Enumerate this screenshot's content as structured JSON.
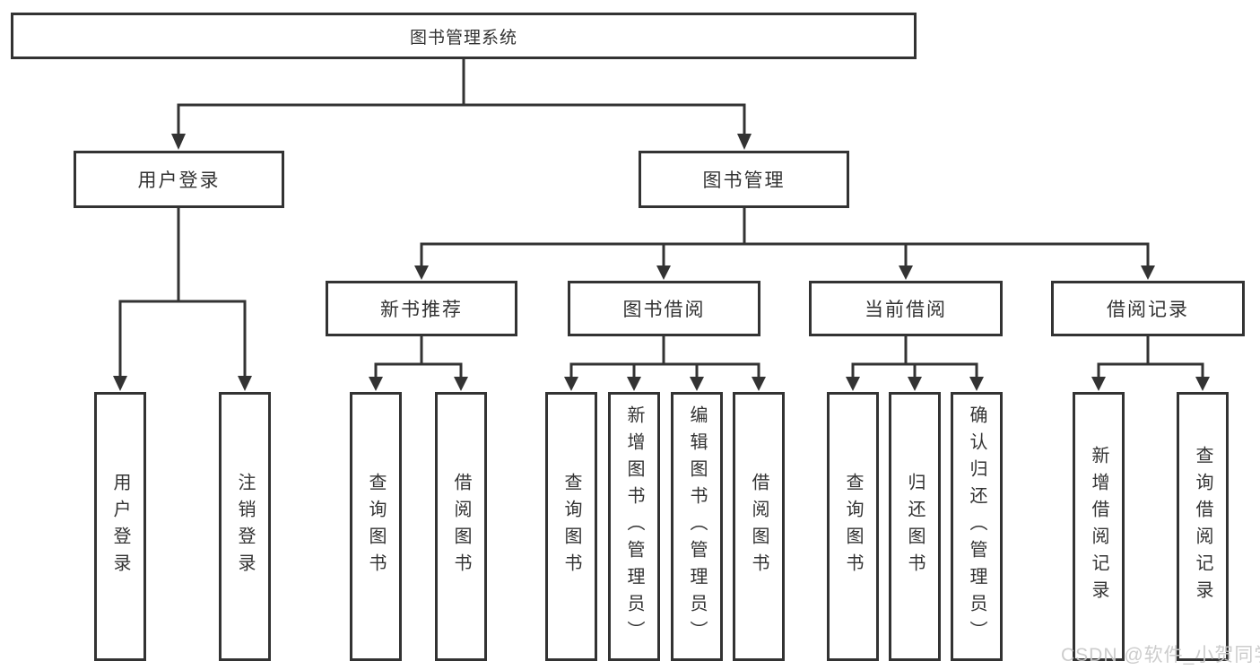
{
  "tree": {
    "label": "图书管理系统",
    "children": [
      {
        "label": "用户登录",
        "children": [
          {
            "label": "用户登录"
          },
          {
            "label": "注销登录"
          }
        ]
      },
      {
        "label": "图书管理",
        "children": [
          {
            "label": "新书推荐",
            "children": [
              {
                "label": "查询图书"
              },
              {
                "label": "借阅图书"
              }
            ]
          },
          {
            "label": "图书借阅",
            "children": [
              {
                "label": "查询图书"
              },
              {
                "label": "新增图书（管理员）"
              },
              {
                "label": "编辑图书（管理员）"
              },
              {
                "label": "借阅图书"
              }
            ]
          },
          {
            "label": "当前借阅",
            "children": [
              {
                "label": "查询图书"
              },
              {
                "label": "归还图书"
              },
              {
                "label": "确认归还（管理员）"
              }
            ]
          },
          {
            "label": "借阅记录",
            "children": [
              {
                "label": "新增借阅记录"
              },
              {
                "label": "查询借阅记录"
              }
            ]
          }
        ]
      }
    ]
  },
  "watermark": "CSDN @软件_小贺同学",
  "colors": {
    "line": "#333333",
    "text": "#333333",
    "background": "#ffffff",
    "watermark": "#c9c9c9"
  }
}
